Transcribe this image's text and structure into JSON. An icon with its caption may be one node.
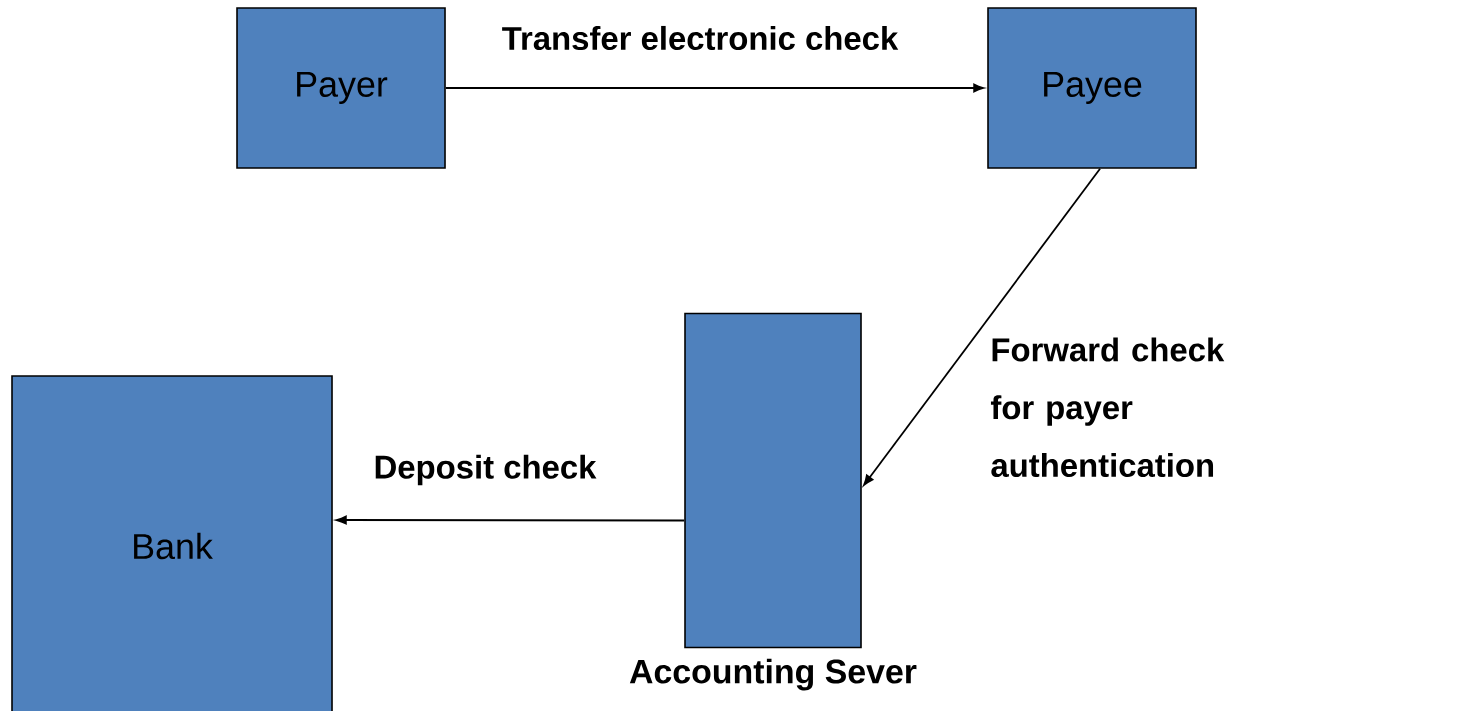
{
  "diagram": {
    "nodes": [
      {
        "text": [
          "Payer"
        ]
      },
      {
        "text": [
          "Payee"
        ]
      },
      {
        "text": [
          "Accounting Sever"
        ]
      },
      {
        "text": [
          "Bank"
        ]
      }
    ],
    "edges": [
      {
        "from": 0,
        "to": 1,
        "arrow": "to",
        "label": "Transfer electronic check"
      },
      {
        "from": 1,
        "to": 2,
        "arrow": "to",
        "label": "Forward check for payer authentication"
      },
      {
        "from": 2,
        "to": 3,
        "arrow": "to",
        "label": "Deposit check"
      }
    ]
  }
}
